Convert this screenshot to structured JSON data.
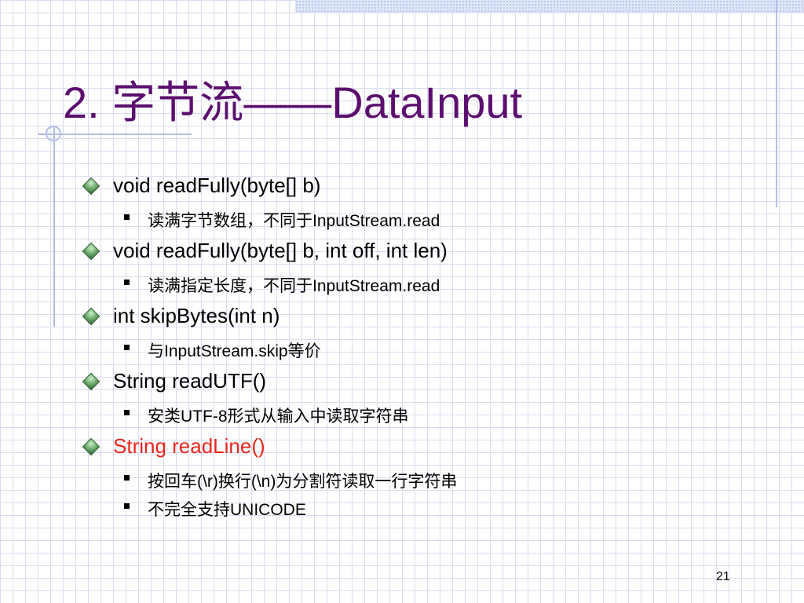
{
  "slide": {
    "title": "2. 字节流——DataInput",
    "page_number": "21",
    "items": [
      {
        "text": "void readFully(byte[] b)",
        "subitems": [
          "读满字节数组，不同于InputStream.read"
        ]
      },
      {
        "text": "void readFully(byte[] b, int off, int len)",
        "subitems": [
          "读满指定长度，不同于InputStream.read"
        ]
      },
      {
        "text": "int skipBytes(int n)",
        "subitems": [
          "与InputStream.skip等价"
        ]
      },
      {
        "text": "String readUTF()",
        "subitems": [
          "安类UTF-8形式从输入中读取字符串"
        ]
      },
      {
        "text": "String readLine()",
        "highlight_color": "#e8261c",
        "subitems": [
          "按回车(\\r)换行(\\n)为分割符读取一行字符串",
          "不完全支持UNICODE"
        ]
      }
    ]
  },
  "colors": {
    "title": "#5c0f6e",
    "grid": "#d9dcf0",
    "accent_lines": "#b4bde6",
    "highlight": "#e8261c"
  },
  "icons": {
    "level1_bullet": "diamond-bullet-icon",
    "level2_bullet": "square-bullet-icon"
  }
}
